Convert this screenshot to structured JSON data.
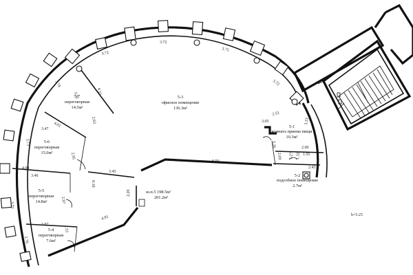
{
  "rooms": [
    {
      "id": "5-3",
      "name": "офисное помещение",
      "area": "136.3м²"
    },
    {
      "id": "5-7",
      "name": "переговорная",
      "area": "14.5м²"
    },
    {
      "id": "5-6",
      "name": "переговорная",
      "area": "15.0м²"
    },
    {
      "id": "5-5",
      "name": "переговорная",
      "area": "14.8м²"
    },
    {
      "id": "5-4",
      "name": "переговорная",
      "area": "7.6м²"
    },
    {
      "id": "5-1",
      "name": "комната приема пищи",
      "area": "10.3м²"
    },
    {
      "id": "5-2",
      "name": "подсобное помещение",
      "area": "2.7м²"
    }
  ],
  "totals": {
    "line1": "ш.п.5",
    "line2": "198.5м²",
    "line3": "201.2м²"
  },
  "height_note": "h=5.25",
  "dims": {
    "d372a": "3.72",
    "d372b": "3.72",
    "d375": "3.75",
    "d372c": "3.72",
    "d371": "3.71",
    "d374": "3.74",
    "d433": "4.33",
    "d373": "3.73",
    "d251": "2.51",
    "d305": "3.05",
    "d333": "3.33",
    "d401": "4.01",
    "d263": "2.63",
    "d347": "3.47",
    "d373b": "3.73",
    "d295": "2.95",
    "d404": "4.04",
    "d346": "3.46",
    "d345": "3.45",
    "d850": "8.50",
    "d010": "0.10",
    "d372d": "3.72",
    "d297": "2.97",
    "d220": "2.20",
    "d491": "4.91",
    "d387": "3.87",
    "d153": "1.53",
    "d276": "2.76",
    "d326": "3.26",
    "d209": "2.09",
    "d200": "2.00",
    "d195": "1.95",
    "d127": "1.27",
    "d243": "2.43",
    "d132": "1.32"
  }
}
